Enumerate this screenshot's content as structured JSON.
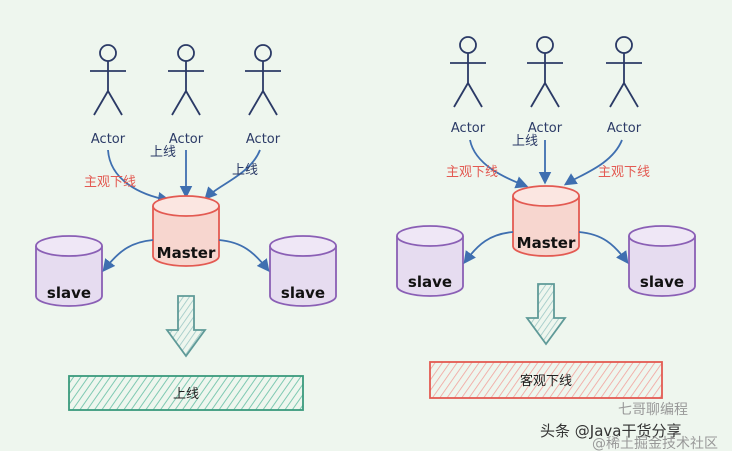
{
  "left": {
    "actors": [
      "Actor",
      "Actor",
      "Actor"
    ],
    "annotation_red": "主观下线",
    "annotation_mid": "上线",
    "annotation_right": "上线",
    "master": "Master",
    "slave_left": "slave",
    "slave_right": "slave",
    "result": "上线"
  },
  "right": {
    "actors": [
      "Actor",
      "Actor",
      "Actor"
    ],
    "annotation_left": "主观下线",
    "annotation_mid": "上线",
    "annotation_right": "主观下线",
    "master": "Master",
    "slave_left": "slave",
    "slave_right": "slave",
    "result": "客观下线"
  },
  "watermark": {
    "source": "头条 @Java干货分享",
    "sub": "七哥聊编程",
    "sub2": "@稀土掘金技术社区"
  },
  "colors": {
    "actor": "#2b3a66",
    "master": "#e35a52",
    "slave": "#8a5fb5",
    "arrow": "#3f6fb0",
    "down_arrow": "#5f9a98",
    "green_bar": "#58b79a",
    "red_bar": "#e35a52",
    "annotation": "#e35a52"
  }
}
